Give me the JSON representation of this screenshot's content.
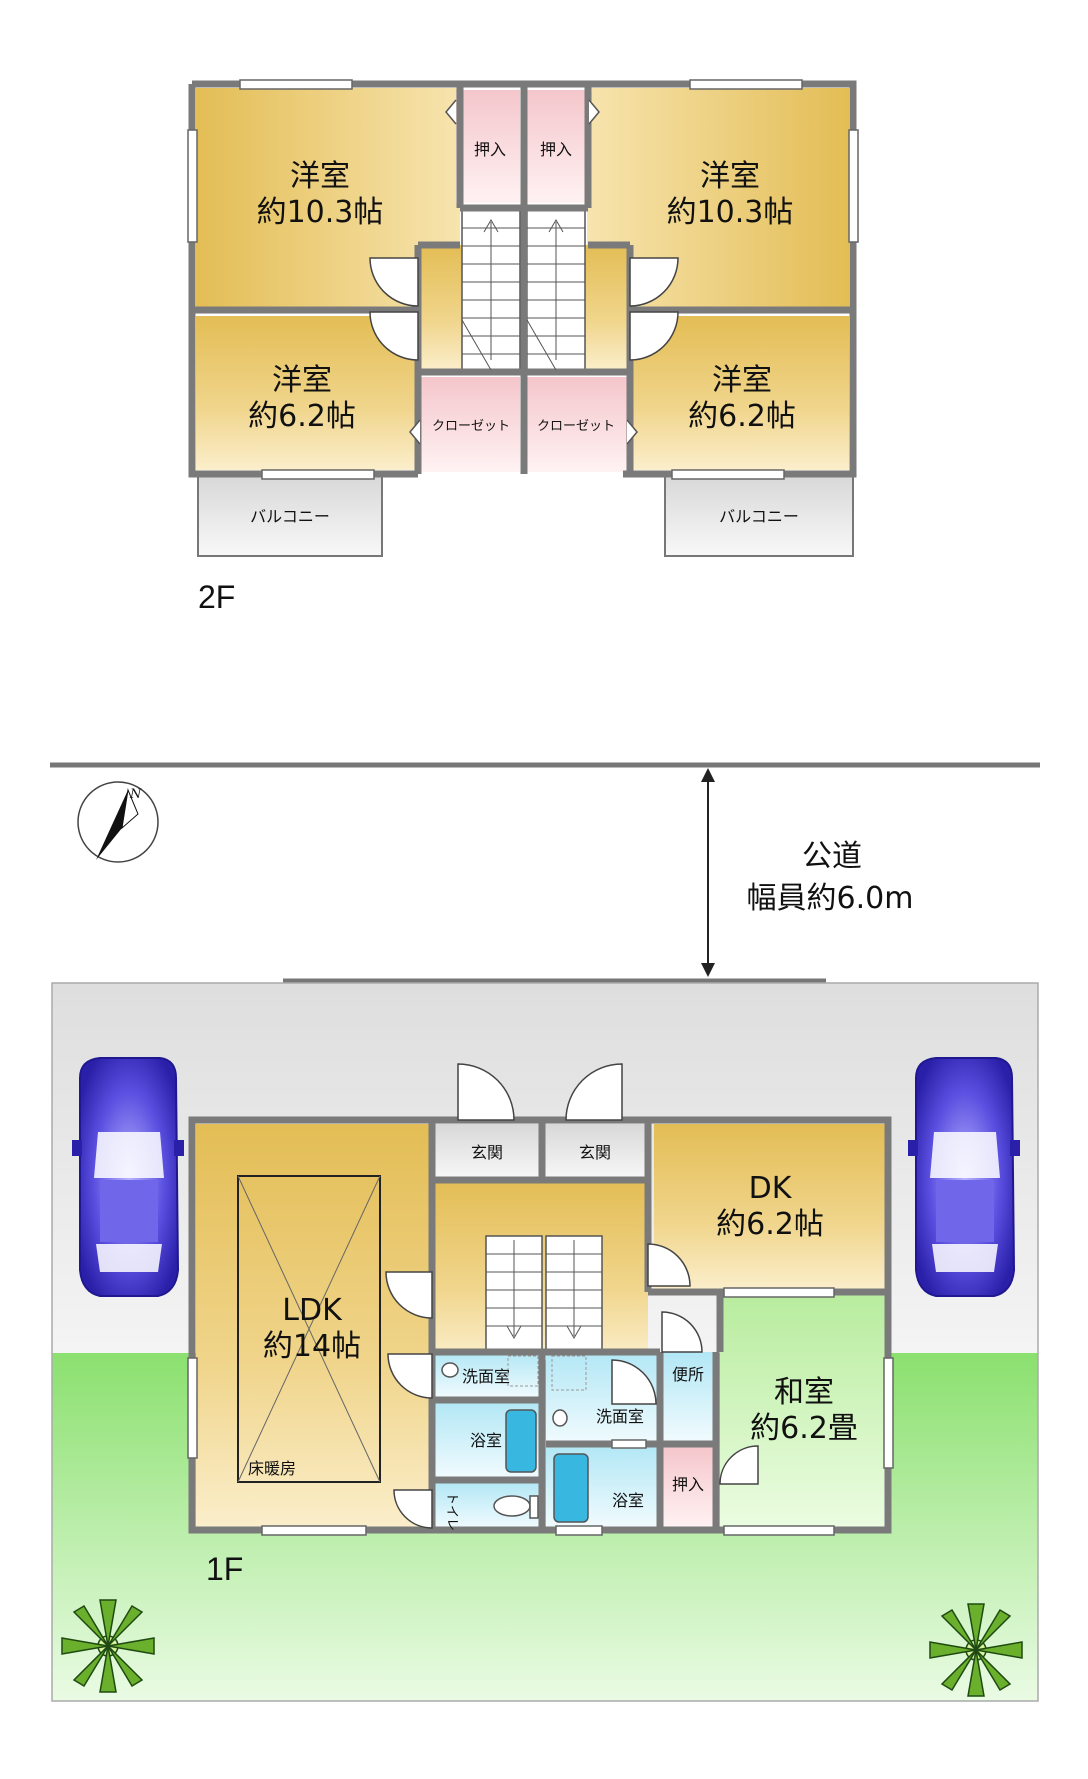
{
  "floors": {
    "second": {
      "label": "2F",
      "rooms": {
        "western_nw": {
          "name": "洋室",
          "size": "約10.3帖"
        },
        "western_ne": {
          "name": "洋室",
          "size": "約10.3帖"
        },
        "western_sw": {
          "name": "洋室",
          "size": "約6.2帖"
        },
        "western_se": {
          "name": "洋室",
          "size": "約6.2帖"
        },
        "oshiire_left": "押入",
        "oshiire_right": "押入",
        "closet_left": "クローゼット",
        "closet_right": "クローゼット",
        "balcony_left": "バルコニー",
        "balcony_right": "バルコニー"
      }
    },
    "first": {
      "label": "1F",
      "rooms": {
        "ldk": {
          "name": "LDK",
          "size": "約14帖",
          "note": "床暖房"
        },
        "dk": {
          "name": "DK",
          "size": "約6.2帖"
        },
        "washitsu": {
          "name": "和室",
          "size": "約6.2畳"
        },
        "entrance_left": "玄関",
        "entrance_right": "玄関",
        "washroom_left": "洗面室",
        "washroom_right": "洗面室",
        "bath_left": "浴室",
        "bath_right": "浴室",
        "toilet_left": "トイレ",
        "toilet_right": "便所",
        "oshiire": "押入"
      }
    }
  },
  "road": {
    "label": "公道",
    "width": "幅員約6.0m"
  },
  "compass": {
    "north": "N"
  },
  "colors": {
    "room_tan": "#e6c560",
    "closet_pink": "#f7d7da",
    "wet_blue": "#c5eef8",
    "tatami_green": "#c6f0b0",
    "garden_green": "#8ee07a",
    "paving_grey": "#e2e2e2",
    "car_blue": "#4b3fd6",
    "wall_grey": "#7a7a7a"
  }
}
